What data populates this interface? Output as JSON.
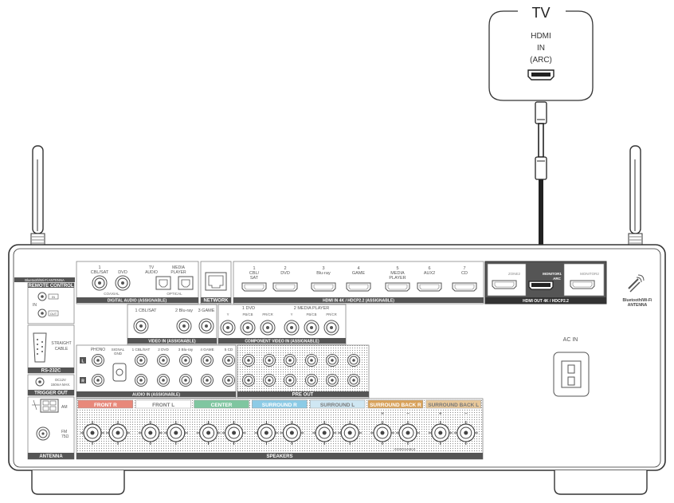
{
  "tv": {
    "title": "TV",
    "hdmi": "HDMI",
    "in": "IN",
    "arc": "(ARC)"
  },
  "antenna_left": {
    "label": "Bluetooth/Wi-Fi ANTENNA"
  },
  "antenna_right": {
    "label1": "Bluetooth/Wi-Fi",
    "label2": "ANTENNA"
  },
  "remote": {
    "title": "REMOTE CONTROL",
    "in": "IN",
    "out": "OUT",
    "port_in": "IN",
    "port_out": "OUT"
  },
  "rs232c": {
    "title": "RS-232C",
    "cable1": "STRAIGHT",
    "cable2": "CABLE"
  },
  "trigger": {
    "title": "TRIGGER OUT",
    "spec1": "DC12V",
    "spec2": "150mA MAX."
  },
  "antenna_fm": {
    "title": "ANTENNA",
    "am": "AM",
    "fm1": "FM",
    "fm2": "75Ω"
  },
  "digital_audio": {
    "labels": [
      "1\nCBL/SAT",
      "DVD",
      "TV\nAUDIO",
      "MEDIA\nPLAYER"
    ],
    "coaxial": "COAXIAL",
    "optical": "OPTICAL",
    "bar": "DIGITAL AUDIO",
    "assignable": "(ASSIGNABLE)"
  },
  "network": {
    "title": "NETWORK"
  },
  "hdmi_in": {
    "inputs": [
      {
        "num": "1",
        "name": "CBL/\nSAT"
      },
      {
        "num": "2",
        "name": "DVD"
      },
      {
        "num": "3",
        "name": "Blu-ray"
      },
      {
        "num": "4",
        "name": "GAME"
      },
      {
        "num": "5",
        "name": "MEDIA\nPLAYER"
      },
      {
        "num": "6",
        "name": "AUX2"
      },
      {
        "num": "7",
        "name": "CD"
      }
    ],
    "bar": "HDMI",
    "in_badge": "IN",
    "spec": "4K / HDCP2.2",
    "assignable": "(ASSIGNABLE)"
  },
  "hdmi_out": {
    "zone": "ZONE2",
    "monitor1": "MONITOR1",
    "monitor1_arc": "ARC",
    "monitor2": "MONITOR2",
    "bar": "HDMI",
    "out_badge": "OUT",
    "spec": "4K / HDCP2.2"
  },
  "video": {
    "labels": [
      "1 CBL/SAT",
      "2 Blu-ray",
      "3 GAME"
    ],
    "bar": "VIDEO",
    "in_badge": "IN",
    "assignable": "(ASSIGNABLE)"
  },
  "component": {
    "labels": [
      "1 DVD",
      "2 MEDIA PLAYER"
    ],
    "sub": [
      "Y",
      "PB/CB",
      "PR/CR"
    ],
    "bar": "COMPONENT VIDEO",
    "in_badge": "IN",
    "assignable": "(ASSIGNABLE)"
  },
  "audio_in": {
    "phono": "PHONO",
    "signal_gnd": "SIGNAL\nGND",
    "labels": [
      "1 CBL/SAT",
      "2 DVD",
      "3 Blu-ray",
      "4 GAME",
      "5 CD"
    ],
    "l": "L",
    "r": "R",
    "bar": "AUDIO",
    "in_badge": "IN",
    "assignable": "(ASSIGNABLE)"
  },
  "pre_out": {
    "bar": "PRE OUT"
  },
  "speakers": {
    "bar": "SPEAKERS",
    "groups": [
      {
        "name": "FRONT",
        "badge": "R",
        "color": "#e8887a"
      },
      {
        "name": "FRONT",
        "badge": "L",
        "color": "#ffffff"
      },
      {
        "name": "CENTER",
        "badge": "",
        "color": "#7fc6a0"
      },
      {
        "name": "SURROUND",
        "badge": "R",
        "color": "#8ccbe6"
      },
      {
        "name": "SURROUND",
        "badge": "L",
        "color": "#cfe7f3"
      },
      {
        "name": "SURROUND BACK",
        "badge": "R",
        "color": "#d9a25a"
      },
      {
        "name": "SURROUND BACK",
        "badge": "L",
        "color": "#e8c89a"
      }
    ],
    "assignable": "ASSIGNABLE"
  },
  "ac_in": {
    "label": "AC IN"
  },
  "colors": {
    "panel": "#ffffff",
    "bar": "#555555",
    "highlight": "#333333",
    "outline": "#333333"
  }
}
